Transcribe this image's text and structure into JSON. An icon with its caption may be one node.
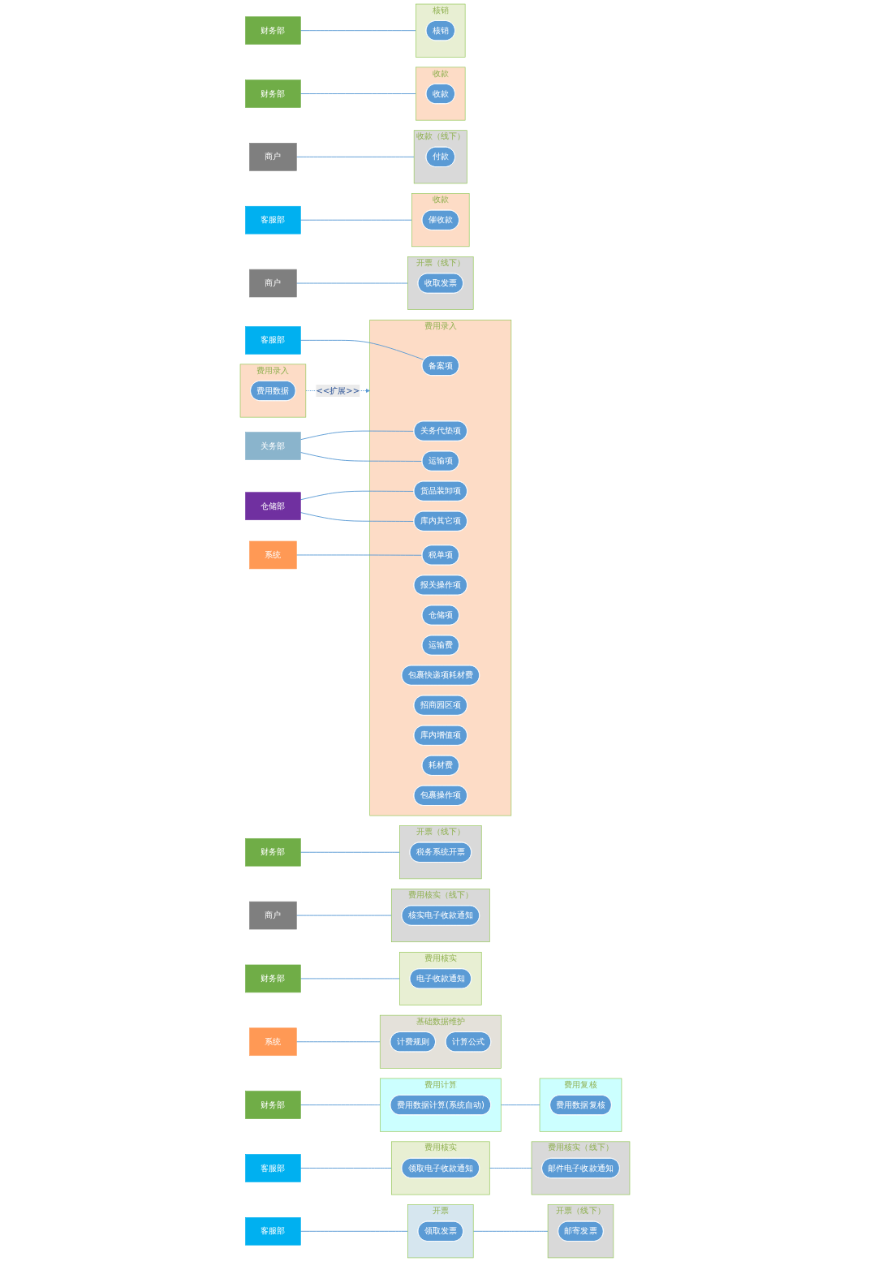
{
  "diagram": {
    "nodes": [
      {
        "text": [
          "系统"
        ]
      },
      {
        "text": [
          "基础数据维护"
        ]
      },
      {
        "text": [
          "计费规则"
        ],
        "in": 1
      },
      {
        "text": [
          "计算公式"
        ],
        "in": 1
      },
      {
        "text": [
          "费用录入"
        ]
      },
      {
        "text": [
          "费用数据"
        ],
        "in": 4
      },
      {
        "text": [
          "客服部"
        ]
      },
      {
        "text": [
          "关务部"
        ]
      },
      {
        "text": [
          "仓储部"
        ]
      },
      {
        "text": [
          "系统"
        ]
      },
      {
        "text": [
          "费用录入"
        ]
      },
      {
        "text": [
          "备案项"
        ],
        "in": 10
      },
      {
        "text": [
          "关务代垫项"
        ],
        "in": 10
      },
      {
        "text": [
          "运输项"
        ],
        "in": 10
      },
      {
        "text": [
          "货品装卸项"
        ],
        "in": 10
      },
      {
        "text": [
          "库内其它项"
        ],
        "in": 10
      },
      {
        "text": [
          "税单项"
        ],
        "in": 10
      },
      {
        "text": [
          "报关操作项"
        ],
        "in": 10
      },
      {
        "text": [
          "仓储项"
        ],
        "in": 10
      },
      {
        "text": [
          "运输费"
        ],
        "in": 10
      },
      {
        "text": [
          "包裹快递项耗材费"
        ],
        "in": 10
      },
      {
        "text": [
          "招商园区项"
        ],
        "in": 10
      },
      {
        "text": [
          "库内增值项"
        ],
        "in": 10
      },
      {
        "text": [
          "耗材费"
        ],
        "in": 10
      },
      {
        "text": [
          "包裹操作项"
        ],
        "in": 10
      },
      {
        "text": [
          "财务部"
        ]
      },
      {
        "text": [
          "费用计算"
        ]
      },
      {
        "text": [
          "费用数据计算(系统自动)"
        ],
        "in": 26
      },
      {
        "text": [
          "费用复核"
        ]
      },
      {
        "text": [
          "费用数据复核"
        ],
        "in": 28
      },
      {
        "text": [
          "财务部"
        ]
      },
      {
        "text": [
          "费用核实"
        ]
      },
      {
        "text": [
          "电子收款通知"
        ],
        "in": 31
      },
      {
        "text": [
          "客服部"
        ]
      },
      {
        "text": [
          "费用核实"
        ]
      },
      {
        "text": [
          "领取电子收款通知"
        ],
        "in": 34
      },
      {
        "text": [
          "费用核实（线下）"
        ]
      },
      {
        "text": [
          "邮件电子收款通知"
        ],
        "in": 36
      },
      {
        "text": [
          "商户"
        ]
      },
      {
        "text": [
          "费用核实（线下）"
        ]
      },
      {
        "text": [
          "核实电子收款通知"
        ],
        "in": 39
      },
      {
        "text": [
          "财务部"
        ]
      },
      {
        "text": [
          "开票（线下）"
        ]
      },
      {
        "text": [
          "税务系统开票"
        ],
        "in": 42
      },
      {
        "text": [
          "客服部"
        ]
      },
      {
        "text": [
          "开票"
        ]
      },
      {
        "text": [
          "领取发票"
        ],
        "in": 45
      },
      {
        "text": [
          "开票（线下）"
        ]
      },
      {
        "text": [
          "邮寄发票"
        ],
        "in": 47
      },
      {
        "text": [
          "商户"
        ]
      },
      {
        "text": [
          "开票（线下）"
        ]
      },
      {
        "text": [
          "收取发票"
        ],
        "in": 50
      },
      {
        "text": [
          "客服部"
        ]
      },
      {
        "text": [
          "收款"
        ]
      },
      {
        "text": [
          "催收款"
        ],
        "in": 53
      },
      {
        "text": [
          "商户"
        ]
      },
      {
        "text": [
          "收款（线下）"
        ]
      },
      {
        "text": [
          "付款"
        ],
        "in": 56
      },
      {
        "text": [
          "财务部"
        ]
      },
      {
        "text": [
          "收款"
        ]
      },
      {
        "text": [
          "收款"
        ],
        "in": 59
      },
      {
        "text": [
          "财务部"
        ]
      },
      {
        "text": [
          "核销"
        ]
      },
      {
        "text": [
          "核销"
        ],
        "in": 62
      }
    ],
    "edges": [
      {
        "from": 0,
        "to": 1,
        "arrow": "none"
      },
      {
        "from": 4,
        "to": 10,
        "arrow": "to",
        "label": "<<扩展>>",
        "style": "dashed"
      },
      {
        "from": 6,
        "to": 11,
        "arrow": "none"
      },
      {
        "from": 7,
        "to": 12,
        "arrow": "none"
      },
      {
        "from": 7,
        "to": 13,
        "arrow": "none"
      },
      {
        "from": 8,
        "to": 14,
        "arrow": "none"
      },
      {
        "from": 8,
        "to": 15,
        "arrow": "none"
      },
      {
        "from": 9,
        "to": 16,
        "arrow": "none"
      },
      {
        "from": 25,
        "to": 26,
        "arrow": "none"
      },
      {
        "from": 26,
        "to": 28,
        "arrow": "none"
      },
      {
        "from": 30,
        "to": 31,
        "arrow": "none"
      },
      {
        "from": 33,
        "to": 34,
        "arrow": "none"
      },
      {
        "from": 34,
        "to": 36,
        "arrow": "none"
      },
      {
        "from": 38,
        "to": 39,
        "arrow": "none"
      },
      {
        "from": 41,
        "to": 42,
        "arrow": "none"
      },
      {
        "from": 44,
        "to": 45,
        "arrow": "none"
      },
      {
        "from": 45,
        "to": 47,
        "arrow": "none"
      },
      {
        "from": 49,
        "to": 50,
        "arrow": "none"
      },
      {
        "from": 52,
        "to": 53,
        "arrow": "none"
      },
      {
        "from": 55,
        "to": 56,
        "arrow": "none"
      },
      {
        "from": 58,
        "to": 59,
        "arrow": "none"
      },
      {
        "from": 61,
        "to": 62,
        "arrow": "none"
      }
    ]
  }
}
